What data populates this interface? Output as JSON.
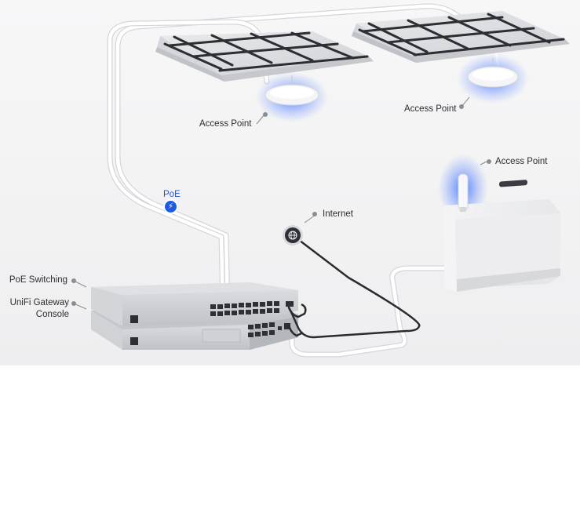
{
  "diagram": {
    "labels": {
      "access_point_1": "Access Point",
      "access_point_2": "Access Point",
      "access_point_3": "Access Point",
      "internet": "Internet",
      "poe": "PoE",
      "poe_switching": "PoE Switching",
      "gateway_line1": "UniFi Gateway",
      "gateway_line2": "Console"
    },
    "icons": {
      "poe": "lightning-bolt-icon",
      "internet": "globe-icon"
    },
    "colors": {
      "accent_blue": "#1f5be0",
      "glow_blue": "#3b6cff",
      "device_gray": "#c9cbd0",
      "cable_dark": "#2a2b2f",
      "cable_light": "#ffffff"
    }
  }
}
